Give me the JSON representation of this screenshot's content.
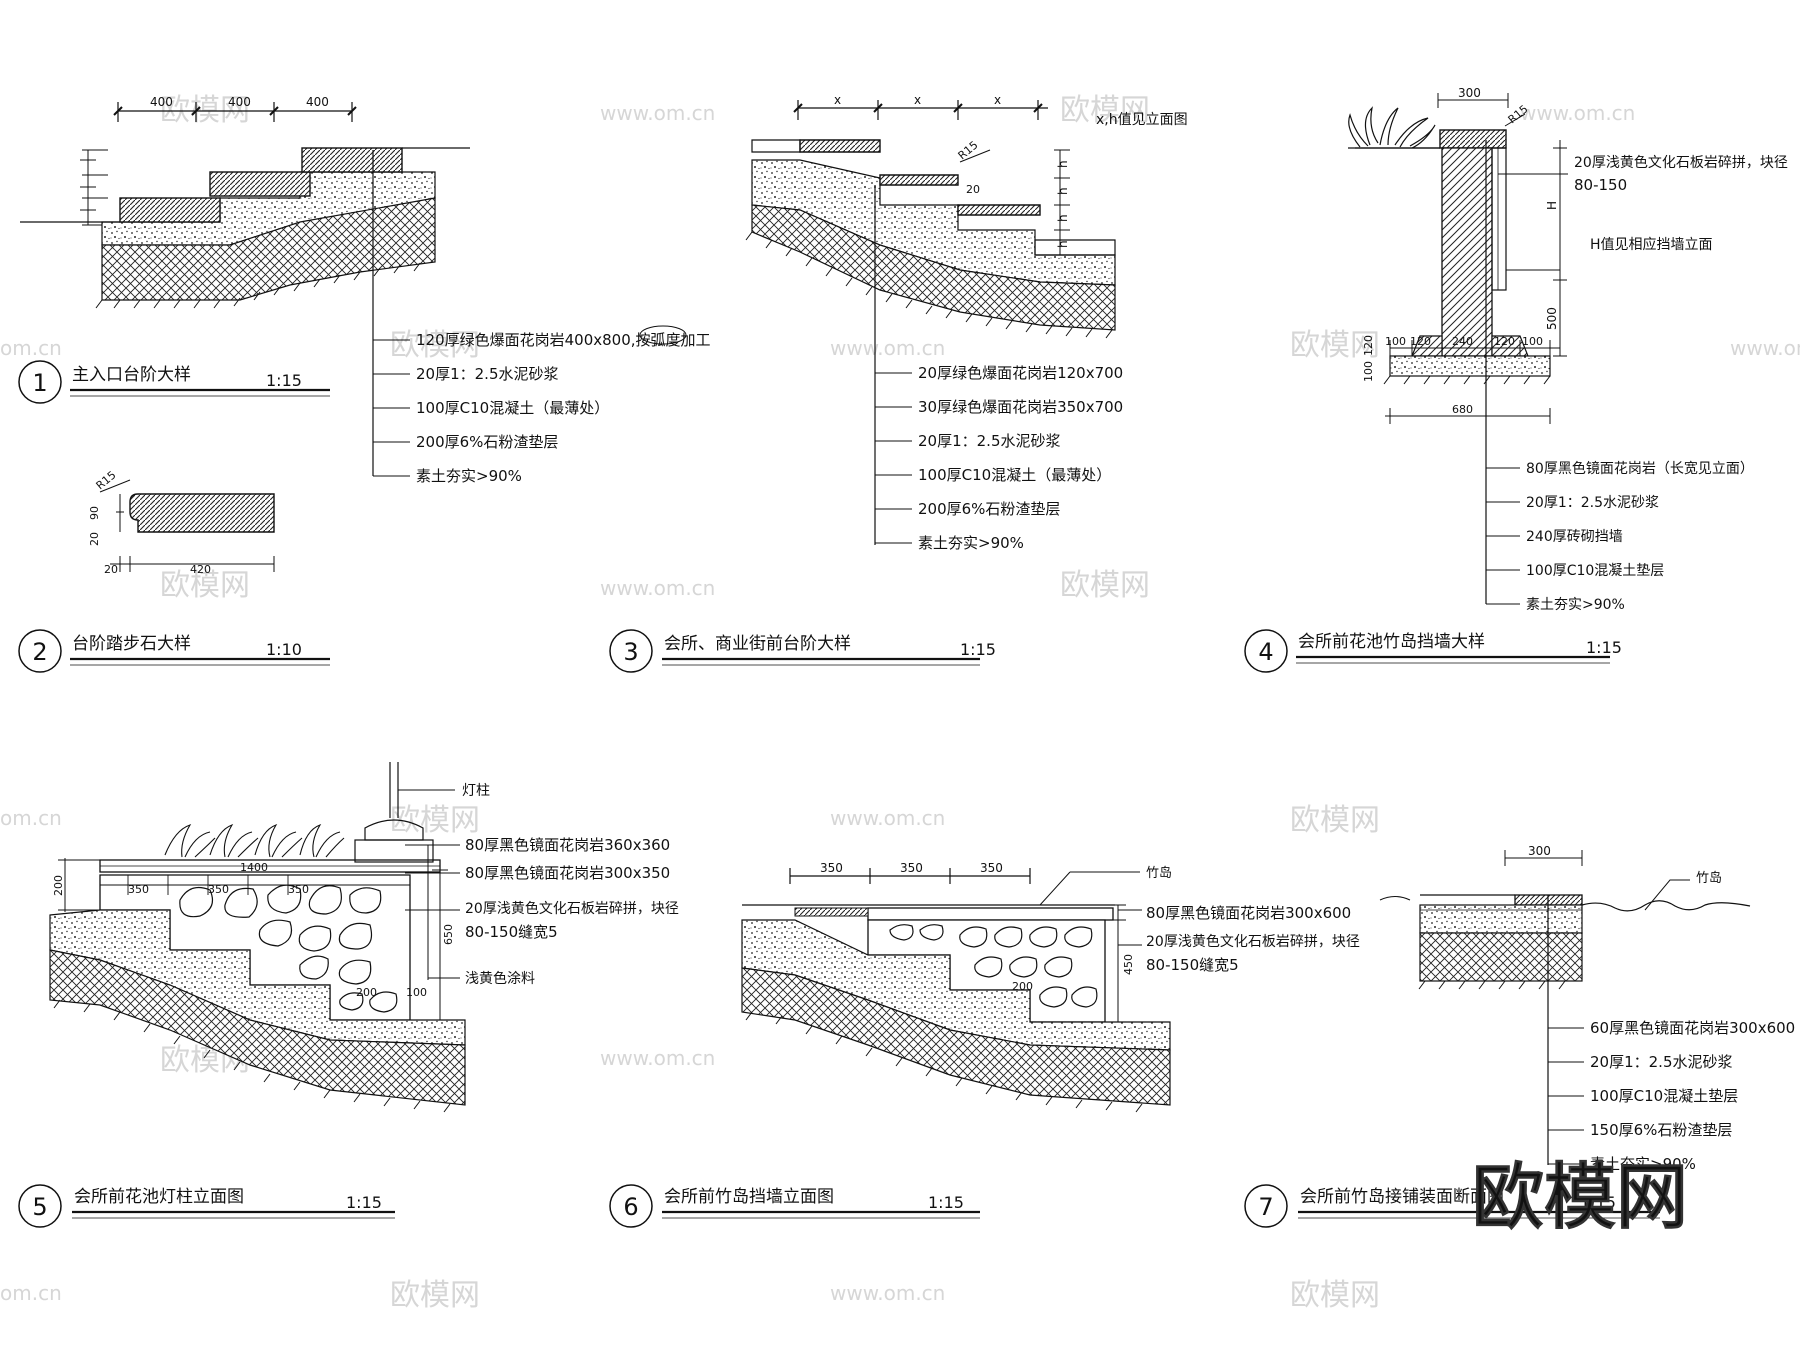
{
  "watermark": {
    "brand": "欧模网",
    "url": "www.om.cn",
    "edge": "om.cn"
  },
  "details": [
    {
      "num": "1",
      "title": "主入口台阶大样",
      "scale": "1:15",
      "dims": [
        "400",
        "400",
        "400"
      ],
      "notes": [
        "120厚绿色爆面花岗岩400x800,按弧度加工",
        "20厚1：2.5水泥砂浆",
        "100厚C10混凝土（最薄处）",
        "200厚6%石粉渣垫层",
        "素土夯实>90%"
      ]
    },
    {
      "num": "2",
      "title": "台阶踏步石大样",
      "scale": "1:10",
      "dims": [
        "R15",
        "90",
        "20",
        "20",
        "420"
      ]
    },
    {
      "num": "3",
      "title": "会所、商业街前台阶大样",
      "scale": "1:15",
      "dims": [
        "x",
        "x",
        "x",
        "x,h值见立面图",
        "R15",
        "20",
        "h",
        "h",
        "h",
        "h"
      ],
      "notes": [
        "20厚绿色爆面花岗岩120x700",
        "30厚绿色爆面花岗岩350x700",
        "20厚1：2.5水泥砂浆",
        "100厚C10混凝土（最薄处）",
        "200厚6%石粉渣垫层",
        "素土夯实>90%"
      ]
    },
    {
      "num": "4",
      "title": "会所前花池竹岛挡墙大样",
      "scale": "1:15",
      "dims": [
        "300",
        "R15",
        "H",
        "500",
        "100",
        "120",
        "240",
        "120",
        "100",
        "100",
        "120",
        "680"
      ],
      "callouts": [
        "20厚浅黄色文化石板岩碎拼，块径",
        "80-150",
        "H值见相应挡墙立面"
      ],
      "notes": [
        "80厚黑色镜面花岗岩（长宽见立面）",
        "20厚1：2.5水泥砂浆",
        "240厚砖砌挡墙",
        "100厚C10混凝土垫层",
        "素土夯实>90%"
      ]
    },
    {
      "num": "5",
      "title": "会所前花池灯柱立面图",
      "scale": "1:15",
      "dims": [
        "1400",
        "350",
        "350",
        "350",
        "200",
        "650",
        "200",
        "100"
      ],
      "notes": [
        "灯柱",
        "80厚黑色镜面花岗岩360x360",
        "80厚黑色镜面花岗岩300x350",
        "20厚浅黄色文化石板岩碎拼，块径",
        "80-150缝宽5",
        "浅黄色涂料"
      ]
    },
    {
      "num": "6",
      "title": "会所前竹岛挡墙立面图",
      "scale": "1:15",
      "dims": [
        "350",
        "350",
        "350",
        "450",
        "200"
      ],
      "notes": [
        "竹岛",
        "80厚黑色镜面花岗岩300x600",
        "20厚浅黄色文化石板岩碎拼，块径",
        "80-150缝宽5"
      ]
    },
    {
      "num": "7",
      "title": "会所前竹岛接铺装面断面图",
      "scale": "1:15",
      "dims": [
        "300"
      ],
      "notes": [
        "竹岛",
        "60厚黑色镜面花岗岩300x600",
        "20厚1：2.5水泥砂浆",
        "100厚C10混凝土垫层",
        "150厚6%石粉渣垫层",
        "素土夯实>90%"
      ]
    }
  ]
}
